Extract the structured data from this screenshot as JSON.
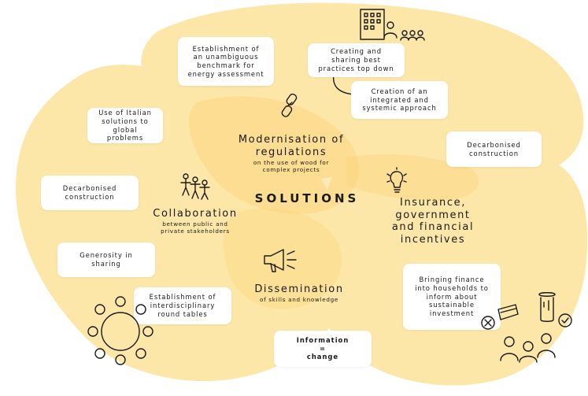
{
  "colors": {
    "blob_light": "#fde7a8",
    "blob_mid": "#fbd680",
    "ink": "#1a1a1a",
    "card": "#ffffff"
  },
  "center_title": "SOLUTIONS",
  "themes": {
    "modernisation": {
      "title": "Modernisation of\nregulations",
      "subtitle": "on the use of wood for\ncomplex projects"
    },
    "collaboration": {
      "title": "Collaboration",
      "subtitle": "between public and\nprivate stakeholders"
    },
    "dissemination": {
      "title": "Dissemination",
      "subtitle": "of skills and knowledge"
    },
    "insurance": {
      "title": "Insurance,\ngovernment\nand financial\nincentives"
    }
  },
  "cards": {
    "benchmark": "Establishment of\nan unambiguous\nbenchmark for\nenergy assessment",
    "best_practices": "Creating and\nsharing best\npractices top down",
    "integrated_approach": "Creation of an\nintegrated and\nsystemic approach",
    "italian_solutions": "Use of Italian\nsolutions to global\nproblems",
    "decarbonised_right": "Decarbonised\nconstruction",
    "decarbonised_left": "Decarbonised\nconstruction",
    "generosity": "Generosity in\nsharing",
    "round_tables": "Establishment of\ninterdisciplinary\nround tables",
    "finance_households": "Bringing finance\ninto households to\ninform about\nsustainable\ninvestment",
    "information_change": "Information\n=\nchange"
  },
  "icons": [
    "building-people-icon",
    "chain-link-icon",
    "people-holding-hands-icon",
    "lightbulb-icon",
    "megaphone-icon",
    "round-table-icon",
    "money-bag-icon",
    "cross-circle-icon",
    "check-circle-icon",
    "people-group-icon"
  ]
}
